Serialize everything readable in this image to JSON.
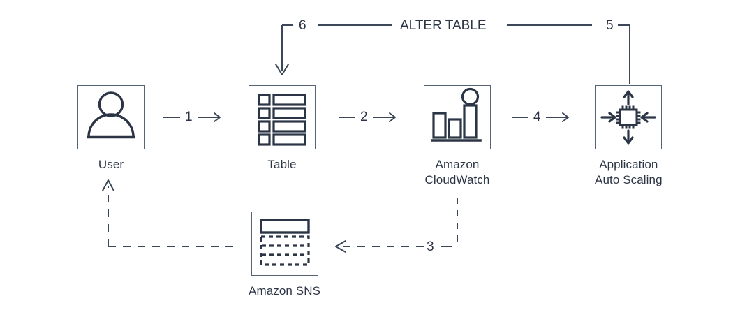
{
  "diagram": {
    "title_flow_label": "ALTER TABLE",
    "accent_color": "#2b3545",
    "line_color": "#3c4758",
    "box_border_color": "#566575",
    "background": "#ffffff",
    "nodes": [
      {
        "id": "user",
        "label": "User",
        "icon": "user-icon"
      },
      {
        "id": "table",
        "label": "Table",
        "icon": "table-icon"
      },
      {
        "id": "cloudwatch",
        "label": "Amazon\nCloudWatch",
        "icon": "cloudwatch-icon"
      },
      {
        "id": "autoscaling",
        "label": "Application\nAuto Scaling",
        "icon": "application-auto-scaling-icon"
      },
      {
        "id": "sns",
        "label": "Amazon SNS",
        "icon": "amazon-sns-icon"
      }
    ],
    "connectors": [
      {
        "id": "c1",
        "number": "1",
        "from": "user",
        "to": "table",
        "style": "solid",
        "direction": "right"
      },
      {
        "id": "c2",
        "number": "2",
        "from": "table",
        "to": "cloudwatch",
        "style": "solid",
        "direction": "right"
      },
      {
        "id": "c3",
        "number": "3",
        "from": "cloudwatch",
        "to": "sns",
        "style": "dashed",
        "direction": "left"
      },
      {
        "id": "c4",
        "number": "4",
        "from": "cloudwatch",
        "to": "autoscaling",
        "style": "solid",
        "direction": "right"
      },
      {
        "id": "c5",
        "number": "5",
        "from": "autoscaling",
        "to": "bracket",
        "style": "solid",
        "direction": "up"
      },
      {
        "id": "c6",
        "number": "6",
        "from": "bracket",
        "to": "table",
        "style": "solid",
        "direction": "down"
      }
    ],
    "dashed_return": {
      "from": "sns",
      "to": "user",
      "style": "dashed",
      "direction": "up"
    }
  }
}
